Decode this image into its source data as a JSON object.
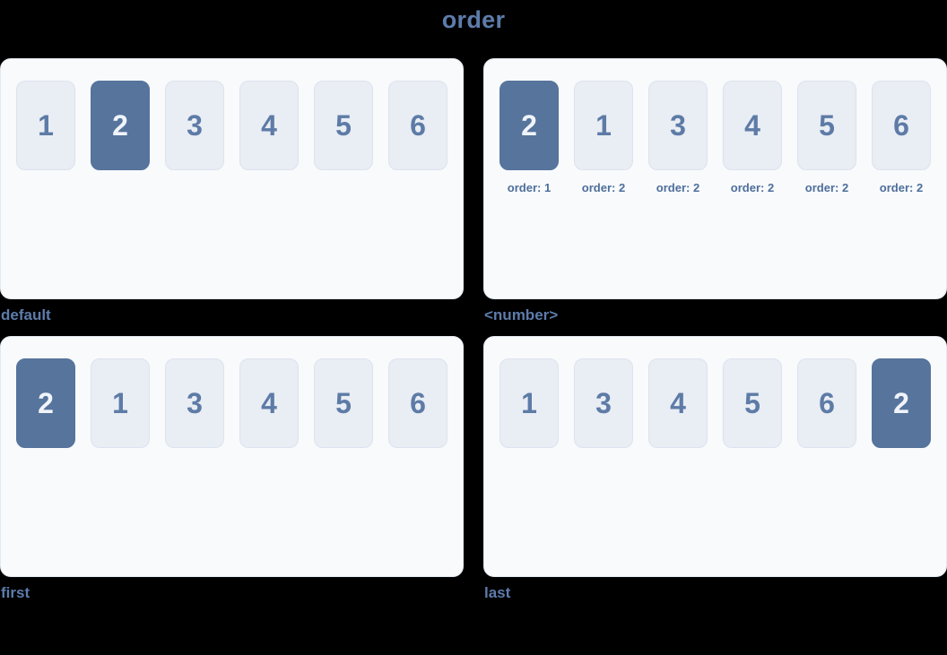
{
  "title": "order",
  "colors": {
    "page_background": "#000000",
    "heading_text": "#5d7cab",
    "panel_background": "#f8fafc",
    "panel_border": "#e2e8f0",
    "item_background": "#e9edf4",
    "item_border": "#dde3ee",
    "item_text": "#5d7ba6",
    "highlight_background": "#56749c",
    "highlight_text": "#f0f4fa",
    "order_label_text": "#4e6e9b"
  },
  "panels": [
    {
      "caption": "default",
      "items": [
        {
          "label": "1",
          "highlighted": false
        },
        {
          "label": "2",
          "highlighted": true
        },
        {
          "label": "3",
          "highlighted": false
        },
        {
          "label": "4",
          "highlighted": false
        },
        {
          "label": "5",
          "highlighted": false
        },
        {
          "label": "6",
          "highlighted": false
        }
      ]
    },
    {
      "caption": "<number>",
      "items": [
        {
          "label": "2",
          "highlighted": true,
          "sub": "order: 1"
        },
        {
          "label": "1",
          "highlighted": false,
          "sub": "order: 2"
        },
        {
          "label": "3",
          "highlighted": false,
          "sub": "order: 2"
        },
        {
          "label": "4",
          "highlighted": false,
          "sub": "order: 2"
        },
        {
          "label": "5",
          "highlighted": false,
          "sub": "order: 2"
        },
        {
          "label": "6",
          "highlighted": false,
          "sub": "order: 2"
        }
      ]
    },
    {
      "caption": "first",
      "items": [
        {
          "label": "2",
          "highlighted": true
        },
        {
          "label": "1",
          "highlighted": false
        },
        {
          "label": "3",
          "highlighted": false
        },
        {
          "label": "4",
          "highlighted": false
        },
        {
          "label": "5",
          "highlighted": false
        },
        {
          "label": "6",
          "highlighted": false
        }
      ]
    },
    {
      "caption": "last",
      "items": [
        {
          "label": "1",
          "highlighted": false
        },
        {
          "label": "3",
          "highlighted": false
        },
        {
          "label": "4",
          "highlighted": false
        },
        {
          "label": "5",
          "highlighted": false
        },
        {
          "label": "6",
          "highlighted": false
        },
        {
          "label": "2",
          "highlighted": true
        }
      ]
    }
  ]
}
